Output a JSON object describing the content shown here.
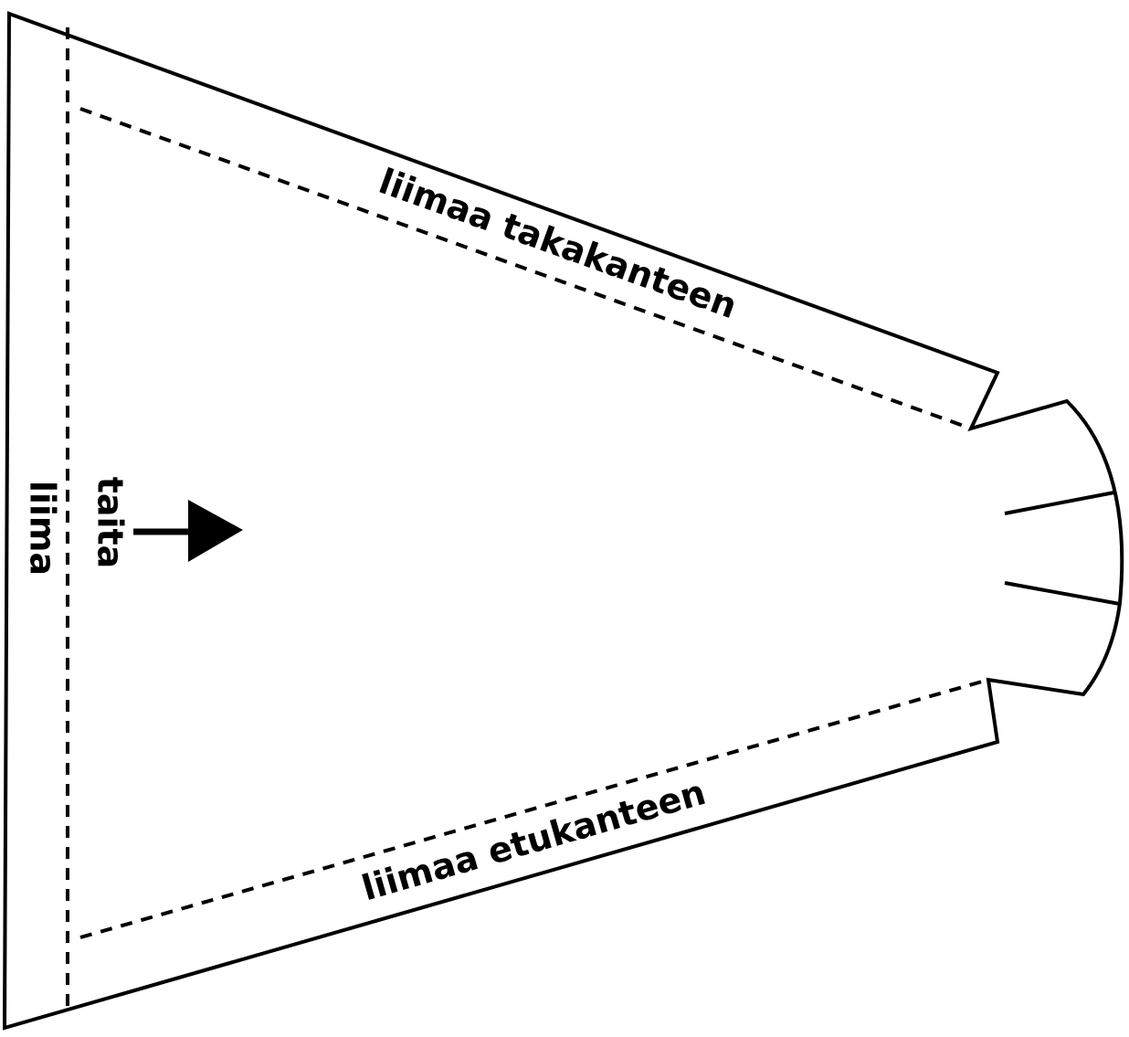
{
  "labels": {
    "glue_tab": "liima",
    "fold": "taita",
    "glue_back": "liimaa takakanteen",
    "glue_front": "liimaa etukanteen"
  },
  "colors": {
    "line": "#000000",
    "background": "#ffffff"
  },
  "icons": {
    "direction": "arrow-right-icon"
  }
}
